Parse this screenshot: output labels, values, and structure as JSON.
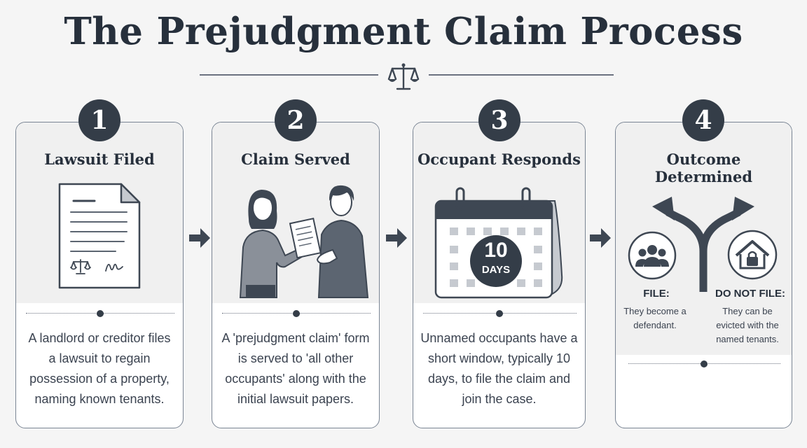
{
  "title": "The Prejudgment Claim Process",
  "steps": [
    {
      "number": "1",
      "title": "Lawsuit Filed",
      "description": "A landlord or creditor files a lawsuit to regain possession of a property, naming known tenants."
    },
    {
      "number": "2",
      "title": "Claim Served",
      "description": "A 'prejudgment claim' form is served to 'all other occupants' along with the initial lawsuit papers."
    },
    {
      "number": "3",
      "title": "Occupant Responds",
      "description": "Unnamed occupants have a short window, typically 10 days, to file the claim and join the case.",
      "calendar_number": "10",
      "calendar_unit": "DAYS"
    },
    {
      "number": "4",
      "title": "Outcome Determined",
      "outcomes": [
        {
          "label": "FILE:",
          "text": "They become a defendant.",
          "icon": "people-group-icon"
        },
        {
          "label": "DO NOT FILE:",
          "text": "They can be evicted with the named tenants.",
          "icon": "house-lock-icon"
        }
      ]
    }
  ],
  "colors": {
    "primary": "#343d48",
    "background": "#f5f5f5",
    "border": "#7a8594"
  }
}
